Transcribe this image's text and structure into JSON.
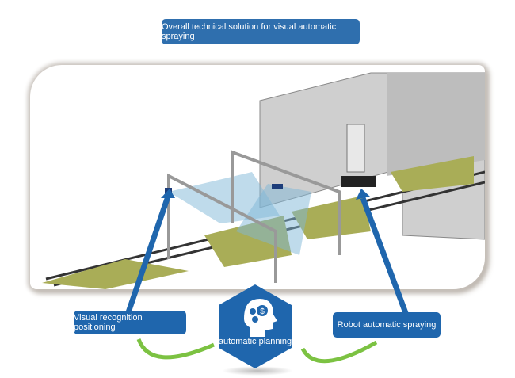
{
  "title": "Overall technical solution for visual automatic spraying",
  "steps": [
    {
      "label": "Visual recognition positioning",
      "icon": "camera-icon"
    },
    {
      "label": "automatic planning",
      "icon": "head-gears-icon"
    },
    {
      "label": "Robot automatic spraying",
      "icon": "robot-icon"
    }
  ],
  "colors": {
    "primary_blue": "#1f66ad",
    "title_blue": "#2f6fae",
    "arrow_green": "#7cc242",
    "booth_gray": "#c8c8c8",
    "pallet_olive": "#a9ad57"
  }
}
